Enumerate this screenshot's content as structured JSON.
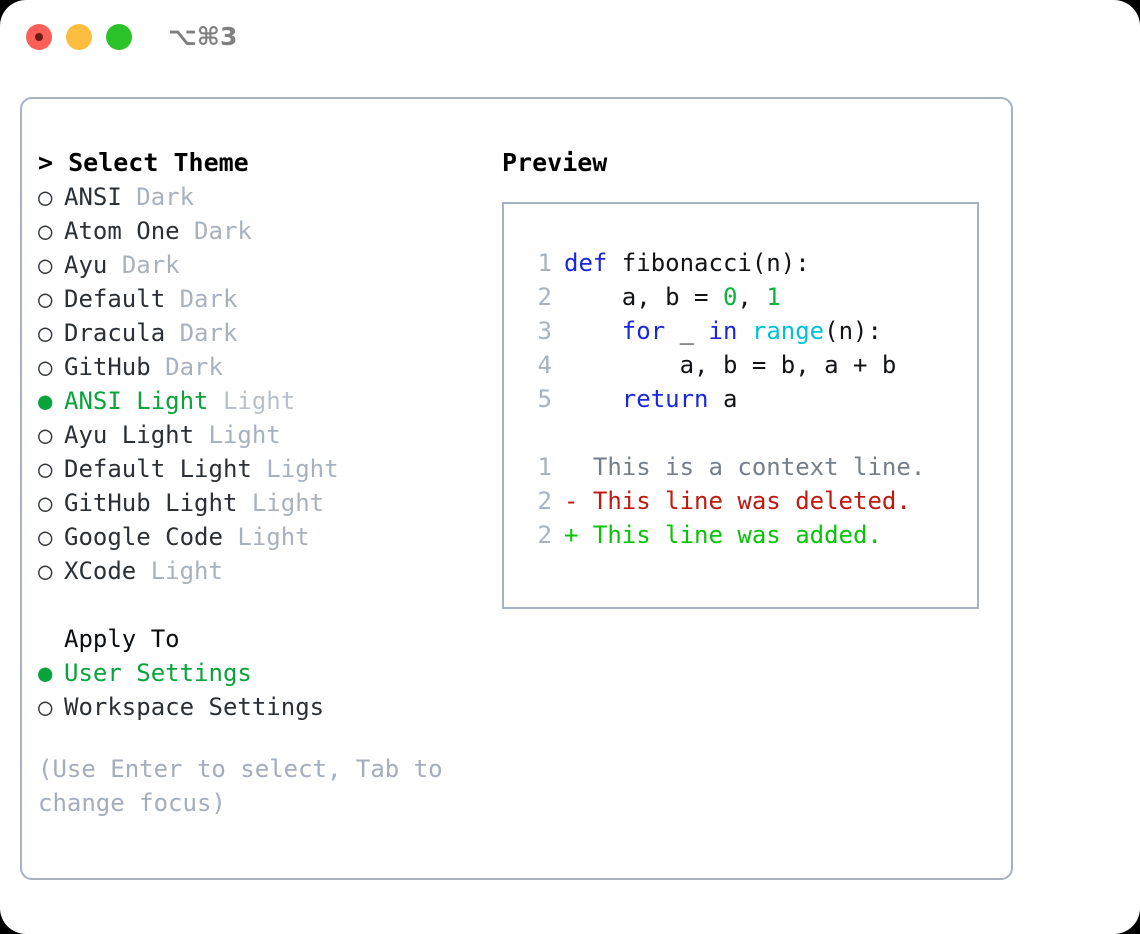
{
  "titlebar": {
    "shortcut": "⌥⌘3",
    "lights": [
      "close",
      "minimize",
      "maximize"
    ]
  },
  "left": {
    "header": "> Select Theme",
    "themes": [
      {
        "bullet": "○",
        "name": "ANSI",
        "category": "Dark",
        "selected": false
      },
      {
        "bullet": "○",
        "name": "Atom One",
        "category": "Dark",
        "selected": false
      },
      {
        "bullet": "○",
        "name": "Ayu",
        "category": "Dark",
        "selected": false
      },
      {
        "bullet": "○",
        "name": "Default",
        "category": "Dark",
        "selected": false
      },
      {
        "bullet": "○",
        "name": "Dracula",
        "category": "Dark",
        "selected": false
      },
      {
        "bullet": "○",
        "name": "GitHub",
        "category": "Dark",
        "selected": false
      },
      {
        "bullet": "●",
        "name": "ANSI Light",
        "category": "Light",
        "selected": true
      },
      {
        "bullet": "○",
        "name": "Ayu Light",
        "category": "Light",
        "selected": false
      },
      {
        "bullet": "○",
        "name": "Default Light",
        "category": "Light",
        "selected": false
      },
      {
        "bullet": "○",
        "name": "GitHub Light",
        "category": "Light",
        "selected": false
      },
      {
        "bullet": "○",
        "name": "Google Code",
        "category": "Light",
        "selected": false
      },
      {
        "bullet": "○",
        "name": "XCode",
        "category": "Light",
        "selected": false
      }
    ],
    "apply_to": {
      "title": "Apply To",
      "options": [
        {
          "bullet": "●",
          "name": "User Settings",
          "selected": true
        },
        {
          "bullet": "○",
          "name": "Workspace Settings",
          "selected": false
        }
      ]
    },
    "hint": "(Use Enter to select, Tab to change focus)"
  },
  "right": {
    "title": "Preview",
    "code": [
      {
        "no": "1",
        "tokens": [
          {
            "t": "def ",
            "c": "kw"
          },
          {
            "t": "fibonacci(n):",
            "c": "id"
          }
        ]
      },
      {
        "no": "2",
        "tokens": [
          {
            "t": "    a, b = ",
            "c": "id"
          },
          {
            "t": "0",
            "c": "num"
          },
          {
            "t": ", ",
            "c": "id"
          },
          {
            "t": "1",
            "c": "num"
          }
        ]
      },
      {
        "no": "3",
        "tokens": [
          {
            "t": "    ",
            "c": "id"
          },
          {
            "t": "for",
            "c": "kw"
          },
          {
            "t": " _ ",
            "c": "id"
          },
          {
            "t": "in",
            "c": "kw"
          },
          {
            "t": " ",
            "c": "id"
          },
          {
            "t": "range",
            "c": "fn"
          },
          {
            "t": "(n):",
            "c": "id"
          }
        ]
      },
      {
        "no": "4",
        "tokens": [
          {
            "t": "        a, b = b, a + b",
            "c": "id"
          }
        ]
      },
      {
        "no": "5",
        "tokens": [
          {
            "t": "    ",
            "c": "id"
          },
          {
            "t": "return",
            "c": "kw"
          },
          {
            "t": " a",
            "c": "id"
          }
        ]
      }
    ],
    "diff": [
      {
        "no": "1",
        "marker": "  ",
        "text": "This is a context line.",
        "kind": "context"
      },
      {
        "no": "2",
        "marker": "- ",
        "text": "This line was deleted.",
        "kind": "del"
      },
      {
        "no": "2",
        "marker": "+ ",
        "text": "This line was added.",
        "kind": "add"
      }
    ]
  },
  "colors": {
    "accent_green": "#09a33c",
    "diff_add": "#07c409",
    "diff_del": "#c01a10",
    "keyword_blue": "#1a27e0",
    "function_cyan": "#00c2d6",
    "number_green": "#09b33c",
    "muted_gray": "#a8b2bf",
    "border": "#a7b2c0"
  }
}
